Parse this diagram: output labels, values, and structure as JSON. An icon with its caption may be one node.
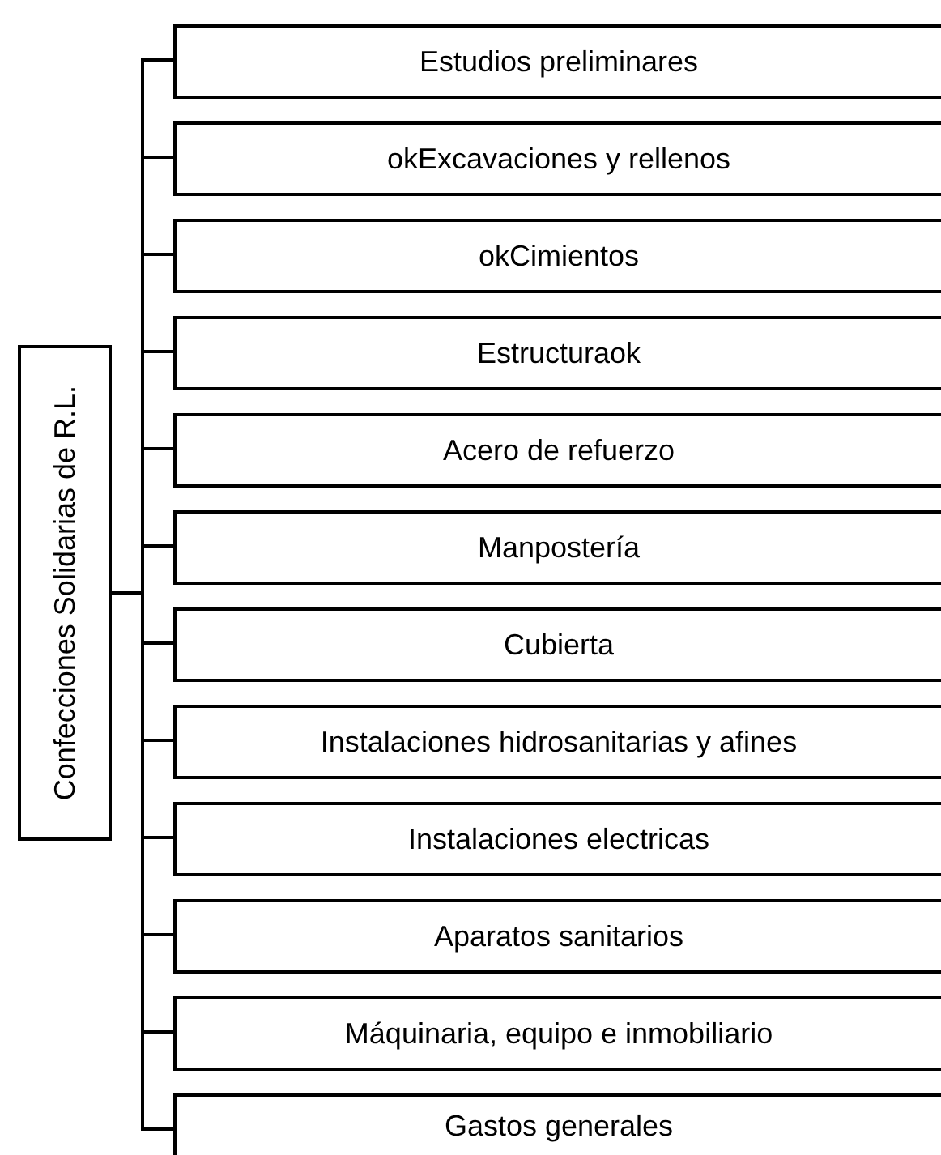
{
  "diagram": {
    "nodes": [
      {
        "text": [
          "Confecciones Solidarias de R.L."
        ]
      },
      {
        "text": [
          "Estudios preliminares"
        ]
      },
      {
        "text": [
          "okExcavaciones y rellenos"
        ]
      },
      {
        "text": [
          "okCimientos"
        ]
      },
      {
        "text": [
          "Estructuraok"
        ]
      },
      {
        "text": [
          "Acero de refuerzo"
        ]
      },
      {
        "text": [
          "Manpostería"
        ]
      },
      {
        "text": [
          "Cubierta"
        ]
      },
      {
        "text": [
          "Instalaciones hidrosanitarias y afines"
        ]
      },
      {
        "text": [
          "Instalaciones electricas"
        ]
      },
      {
        "text": [
          "Aparatos sanitarios"
        ]
      },
      {
        "text": [
          "Máquinaria, equipo e inmobiliario"
        ]
      },
      {
        "text": [
          "Gastos generales"
        ]
      }
    ],
    "edges": [
      {
        "from": 0,
        "to": 1,
        "arrow": "none"
      },
      {
        "from": 0,
        "to": 2,
        "arrow": "none"
      },
      {
        "from": 0,
        "to": 3,
        "arrow": "none"
      },
      {
        "from": 0,
        "to": 4,
        "arrow": "none"
      },
      {
        "from": 0,
        "to": 5,
        "arrow": "none"
      },
      {
        "from": 0,
        "to": 6,
        "arrow": "none"
      },
      {
        "from": 0,
        "to": 7,
        "arrow": "none"
      },
      {
        "from": 0,
        "to": 8,
        "arrow": "none"
      },
      {
        "from": 0,
        "to": 9,
        "arrow": "none"
      },
      {
        "from": 0,
        "to": 10,
        "arrow": "none"
      },
      {
        "from": 0,
        "to": 11,
        "arrow": "none"
      },
      {
        "from": 0,
        "to": 12,
        "arrow": "none"
      }
    ]
  }
}
